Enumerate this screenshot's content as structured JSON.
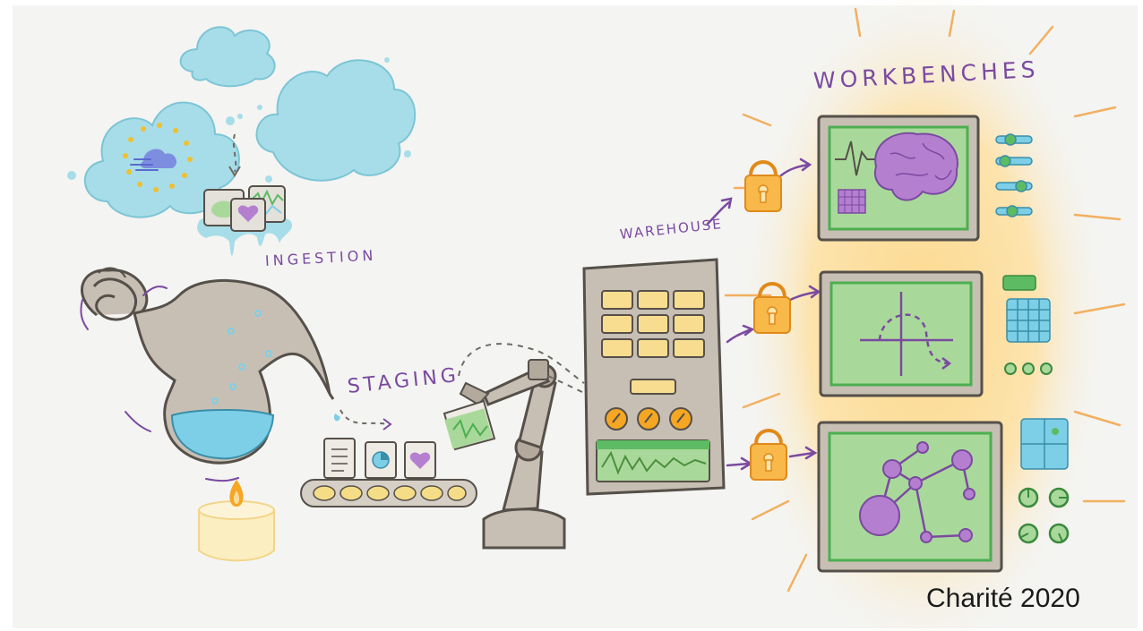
{
  "labels": {
    "workbenches": "WORKBENCHES",
    "ingestion": "INGESTION",
    "staging": "STAGING",
    "warehouse": "WAREHOUSE"
  },
  "credit": "Charité 2020",
  "colors": {
    "background": "#f4f4f2",
    "glow": "#fbdc9a",
    "cloud": "#a7dde8",
    "machine": "#c8bfb4",
    "outline": "#555049",
    "screen": "#a9d99a",
    "screen_border": "#4caf50",
    "purple": "#b57fd0",
    "lock": "#f5a623",
    "ui_blue": "#7ccfe6",
    "ui_green": "#5dbb63"
  }
}
